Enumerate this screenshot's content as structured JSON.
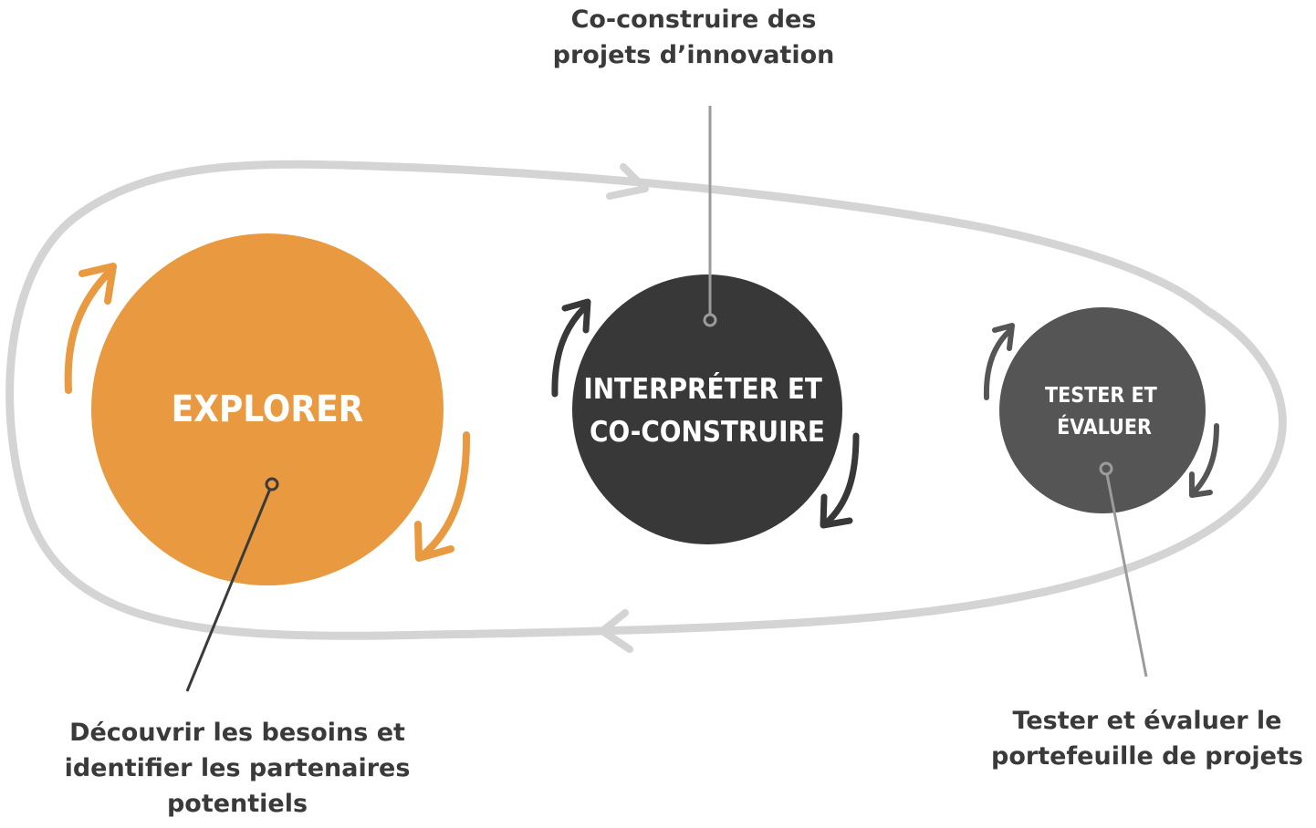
{
  "stages": [
    {
      "lines": [
        "EXPLORER"
      ],
      "color": "#E99A40"
    },
    {
      "lines": [
        "INTERPRÉTER ET",
        "CO-CONSTRUIRE"
      ],
      "color": "#383838"
    },
    {
      "lines": [
        "TESTER ET",
        "ÉVALUER"
      ],
      "color": "#555556"
    }
  ],
  "captions": {
    "explorer": [
      "Découvrir les besoins et",
      "identifier les partenaires",
      "potentiels"
    ],
    "interpreter": [
      "Co-construire des",
      "projets d’innovation"
    ],
    "tester": [
      "Tester et évaluer le",
      "portefeuille de projets"
    ]
  },
  "colors": {
    "loop": "#D4D4D4",
    "caption_text": "#3A3A3A",
    "leader_dark": "#3A3A3A",
    "leader_gray": "#9B9B9B"
  }
}
